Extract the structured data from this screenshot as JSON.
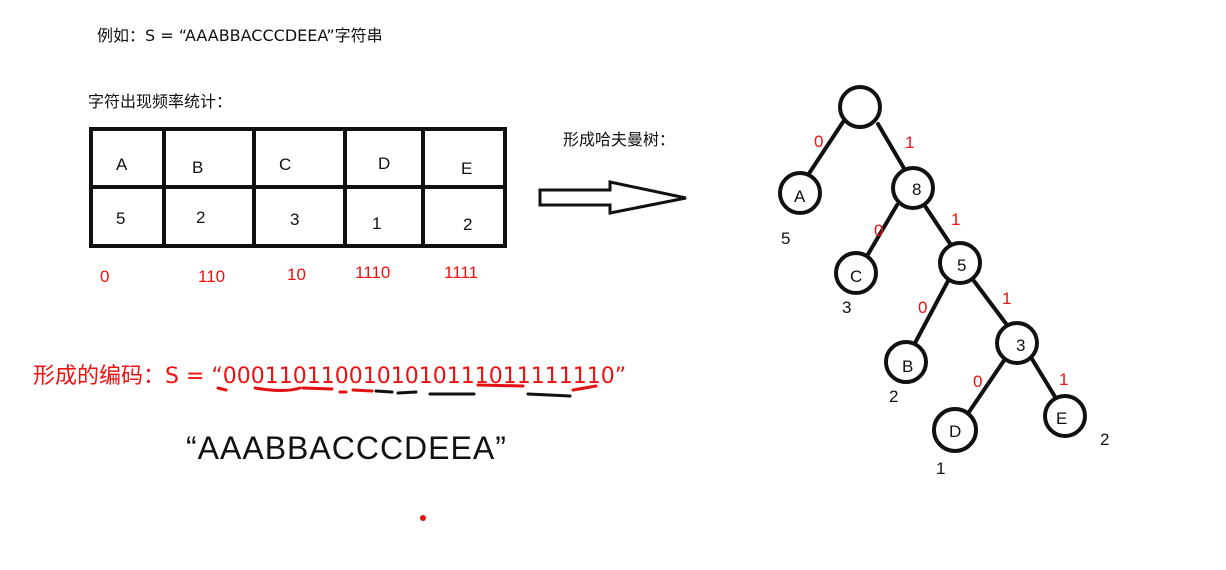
{
  "header": {
    "example_text": "例如：S = “AAABBACCCDEEA”字符串",
    "freq_title": "字符出现频率统计：",
    "huffman_title": "形成哈夫曼树："
  },
  "table": {
    "chars": [
      "A",
      "B",
      "C",
      "D",
      "E"
    ],
    "counts": [
      "5",
      "2",
      "3",
      "1",
      "2"
    ],
    "codes": [
      "0",
      "110",
      "10",
      "1110",
      "1111"
    ]
  },
  "encoding": {
    "label": "形成的编码：S =  “0001101100101010111011111110”",
    "decoded": "“AAABBACCCDEEA”"
  },
  "tree": {
    "nodes": [
      {
        "id": "root",
        "label": ""
      },
      {
        "id": "A",
        "label": "A",
        "weight": "5"
      },
      {
        "id": "n8",
        "label": "8"
      },
      {
        "id": "C",
        "label": "C",
        "weight": "3"
      },
      {
        "id": "n5",
        "label": "5"
      },
      {
        "id": "B",
        "label": "B",
        "weight": "2"
      },
      {
        "id": "n3",
        "label": "3"
      },
      {
        "id": "D",
        "label": "D",
        "weight": "1"
      },
      {
        "id": "E",
        "label": "E",
        "weight": "2"
      }
    ],
    "edges": [
      {
        "from": "root",
        "to": "A",
        "bit": "0"
      },
      {
        "from": "root",
        "to": "n8",
        "bit": "1"
      },
      {
        "from": "n8",
        "to": "C",
        "bit": "0"
      },
      {
        "from": "n8",
        "to": "n5",
        "bit": "1"
      },
      {
        "from": "n5",
        "to": "B",
        "bit": "0"
      },
      {
        "from": "n5",
        "to": "n3",
        "bit": "1"
      },
      {
        "from": "n3",
        "to": "D",
        "bit": "0"
      },
      {
        "from": "n3",
        "to": "E",
        "bit": "1"
      }
    ]
  },
  "colors": {
    "annotation": "#e11111",
    "ink": "#111111"
  }
}
